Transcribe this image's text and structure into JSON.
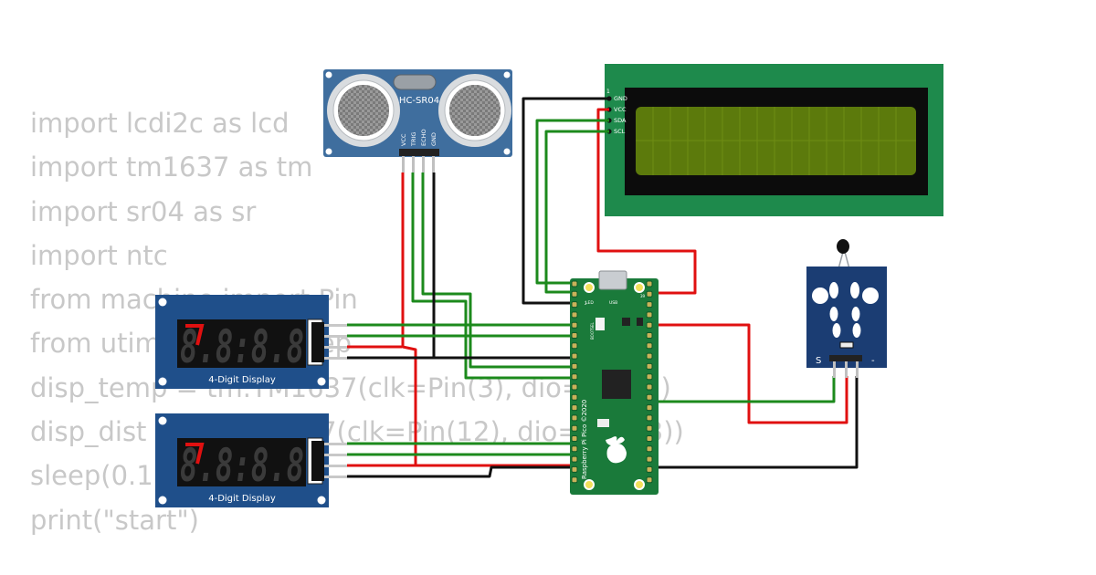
{
  "code_lines": [
    "import lcdi2c as lcd",
    "import tm1637 as tm",
    "import sr04 as sr",
    "import ntc",
    "from machine import Pin",
    "from utime import sleep",
    "disp_temp = tm.TM1637(clk=Pin(3), dio=Pin(2))",
    "disp_dist = tm.TM1637(clk=Pin(12), dio=Pin(13))",
    "sleep(0.1)",
    "print(\"start\")"
  ],
  "hcsr04": {
    "title": "HC-SR04",
    "pins": [
      "VCC",
      "TRIG",
      "ECHO",
      "GND"
    ]
  },
  "lcd": {
    "pin_one": "1",
    "pins": [
      "GND",
      "VCC",
      "SDA",
      "SCL"
    ]
  },
  "display_top": {
    "label": "4-Digit Display",
    "digits": "8.8:8.8"
  },
  "display_bottom": {
    "label": "4-Digit Display",
    "digits": "8.8:8.8"
  },
  "pico": {
    "side_text": "Raspberry Pi Pico ©2020",
    "led_label": "LED",
    "usb_label": "USB",
    "bootsel_label": "BOOTSEL",
    "pin_num_left": "2",
    "pin_num_right": "39"
  },
  "ntc": {
    "label_s": "S",
    "label_minus": "-"
  },
  "colors": {
    "wire_red": "#e01010",
    "wire_green": "#1c8a1c",
    "wire_black": "#111111",
    "pico_board": "#1a7a3a",
    "lcd_board": "#1e8a4c",
    "lcd_screen": "#5c7a0c",
    "display_board": "#1f4f8a",
    "sensor_board": "#3f6e9e"
  }
}
